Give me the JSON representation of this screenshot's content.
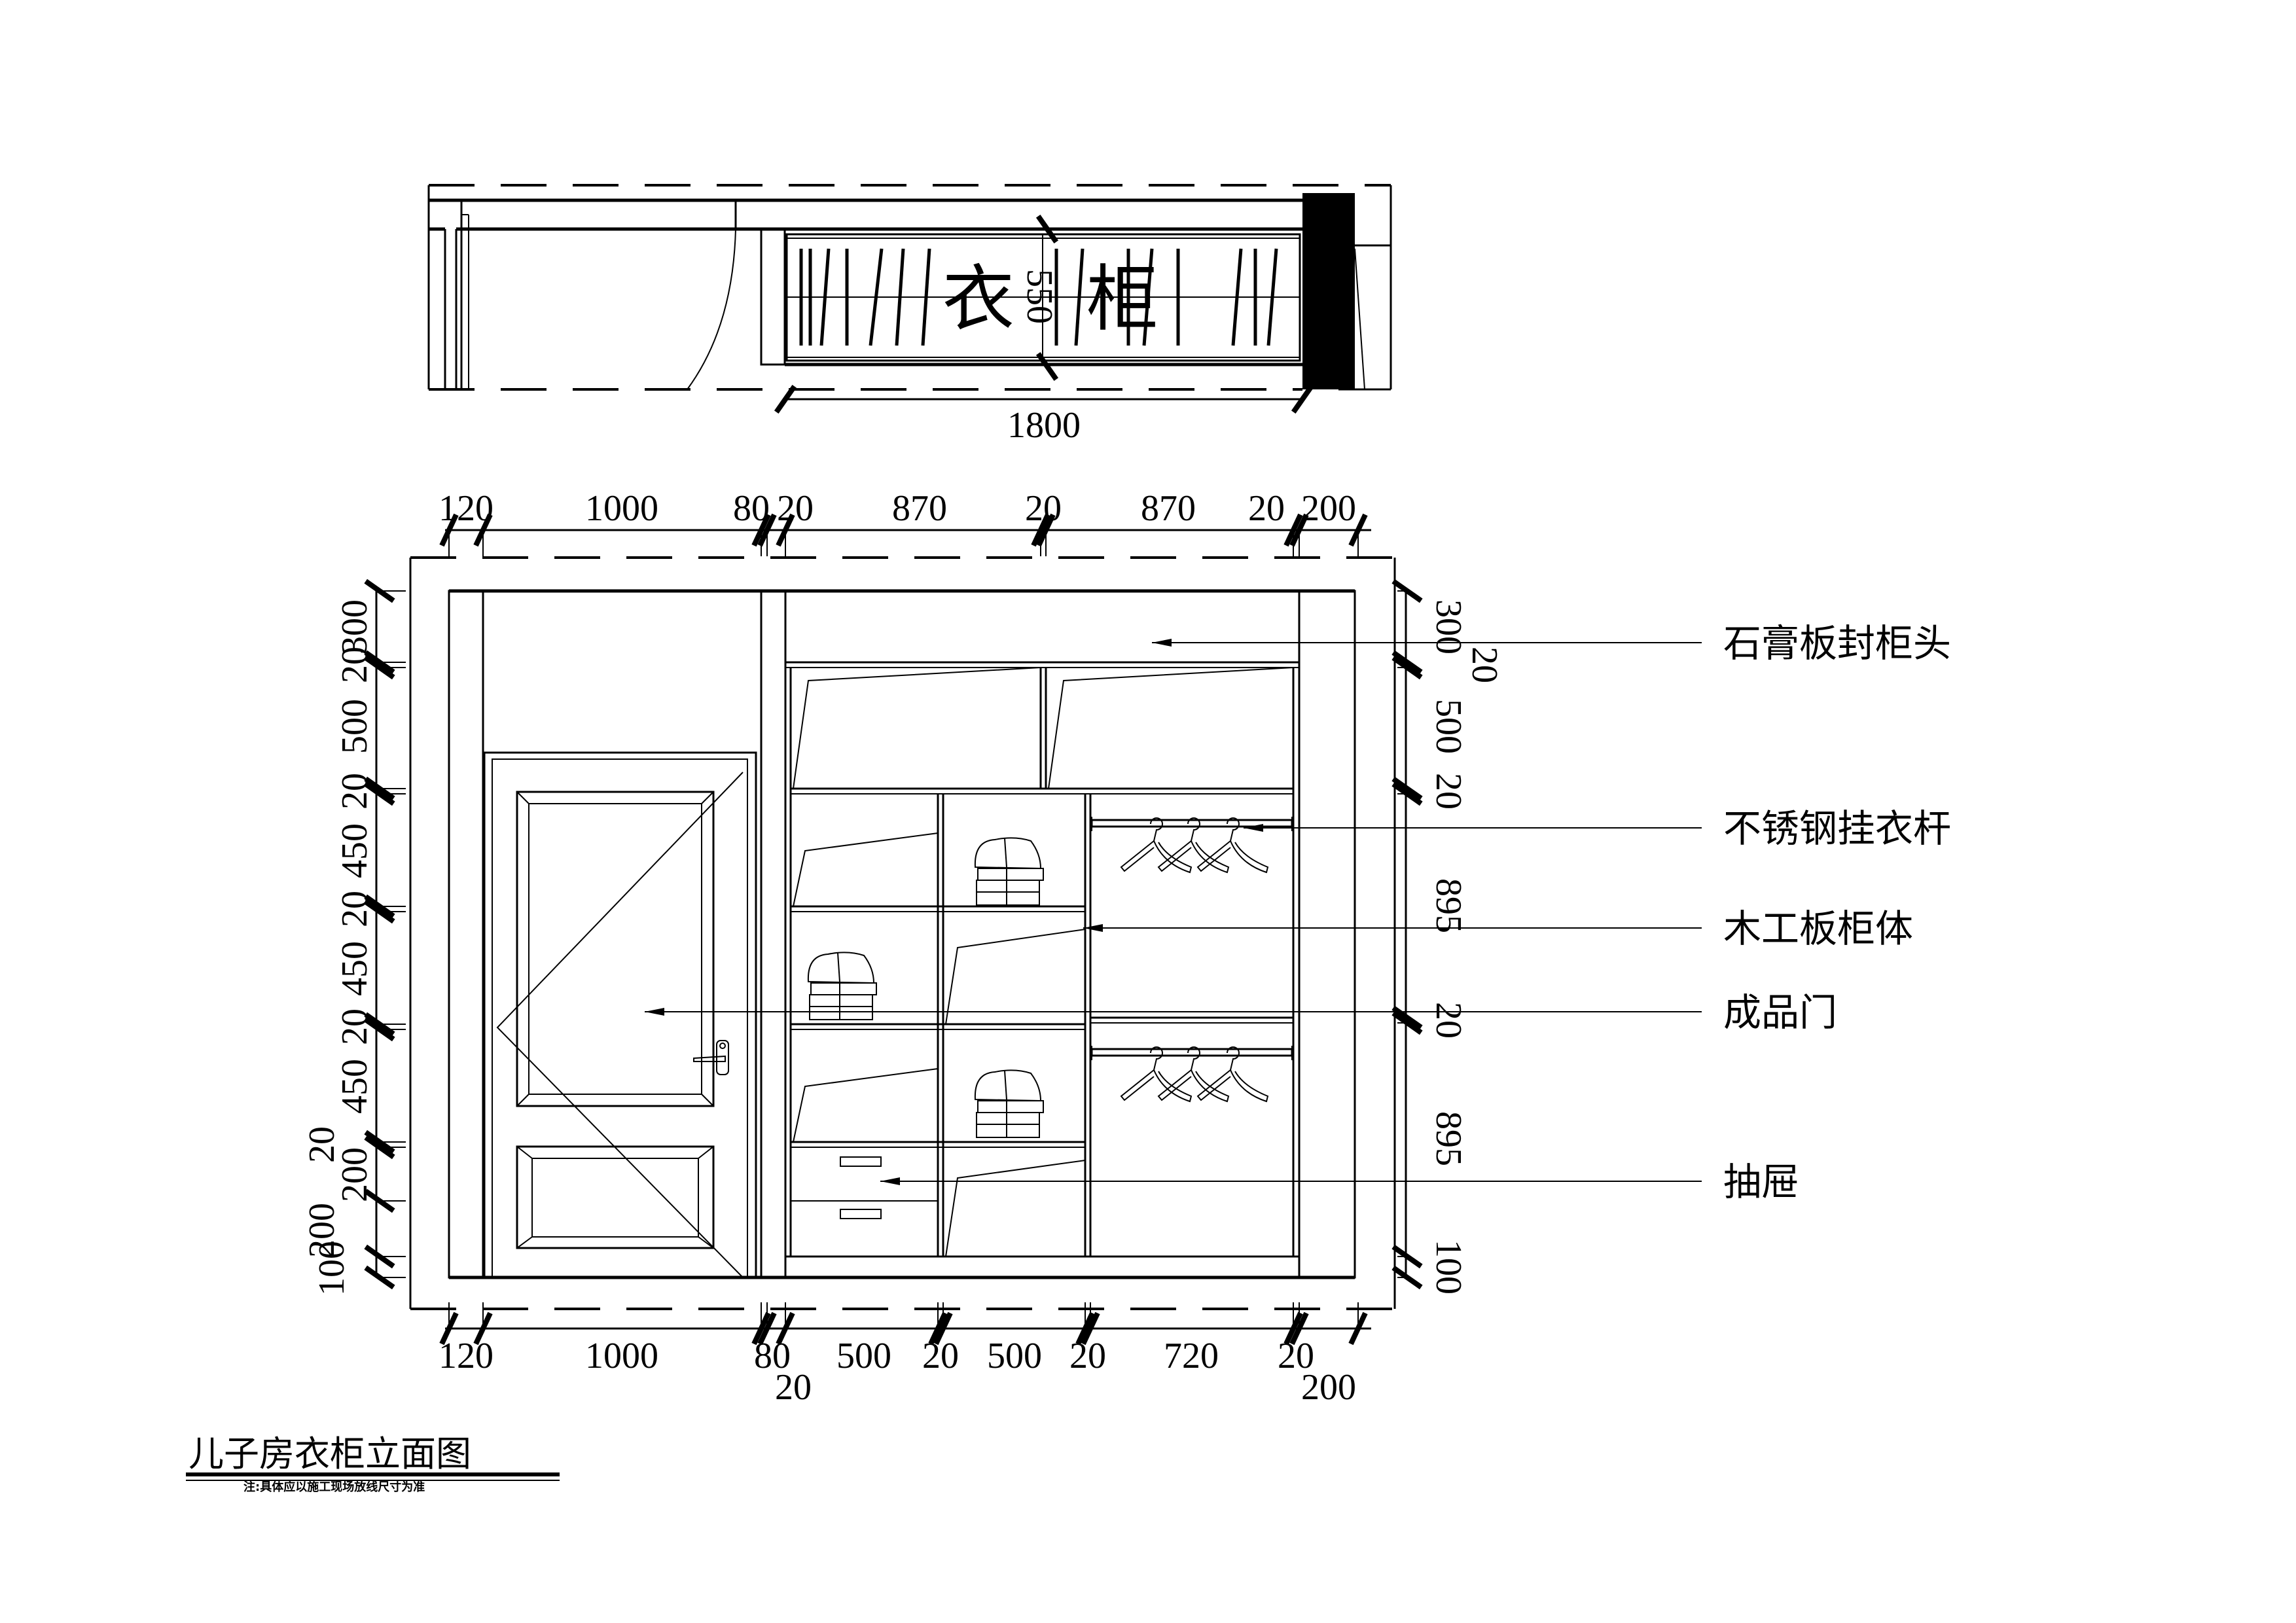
{
  "drawing": {
    "title": "儿子房衣柜立面图",
    "note": "注:具体应以施工现场放线尺寸为准"
  },
  "plan": {
    "label_left": "衣",
    "label_right": "柜",
    "depth_dim": "550",
    "width_dim": "1800"
  },
  "elevation": {
    "top_dims": [
      "120",
      "1000",
      "80",
      "20",
      "870",
      "20",
      "870",
      "20",
      "200"
    ],
    "bottom_dims_row1": [
      "120",
      "1000",
      "80",
      "500",
      "20",
      "500",
      "20",
      "720",
      "20"
    ],
    "bottom_dims_row2": [
      "20",
      "200"
    ],
    "left_dims": [
      "300",
      "20",
      "500",
      "20",
      "450",
      "20",
      "450",
      "20",
      "450",
      "20",
      "200",
      "200",
      "100"
    ],
    "right_dims": [
      "300",
      "20",
      "500",
      "20",
      "895",
      "20",
      "895",
      "100"
    ]
  },
  "callouts": [
    {
      "id": "gypsum-board-top",
      "label": "石膏板封柜头"
    },
    {
      "id": "steel-hanging-rod",
      "label": "不锈钢挂衣杆"
    },
    {
      "id": "wood-board-carcass",
      "label": "木工板柜体"
    },
    {
      "id": "finished-door",
      "label": "成品门"
    },
    {
      "id": "drawer",
      "label": "抽屉"
    }
  ]
}
